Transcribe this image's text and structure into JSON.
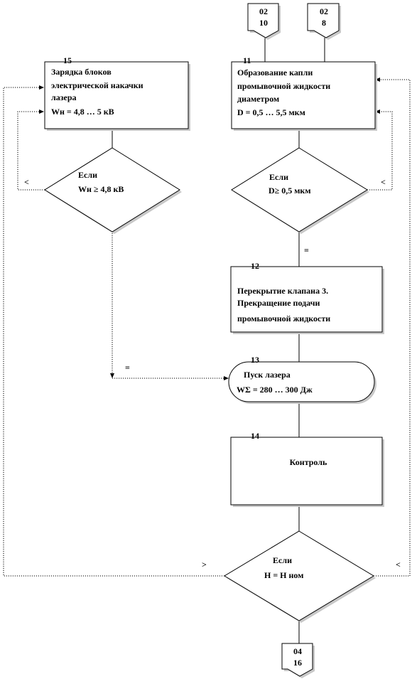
{
  "connectors_in": [
    {
      "num": "02",
      "sub": "10"
    },
    {
      "num": "02",
      "sub": "8"
    }
  ],
  "connector_out": {
    "num": "04",
    "sub": "16"
  },
  "blocks": [
    {
      "id": "15",
      "lines": [
        "Зарядка  блоков",
        "электрической  накачки",
        "лазера",
        "Wн = 4,8 … 5 кВ"
      ]
    },
    {
      "id": "11",
      "lines": [
        "Образование капли",
        "промывочной жидкости",
        "диаметром",
        "D = 0,5 … 5,5 мкм"
      ]
    },
    {
      "id": "12",
      "lines": [
        "Перекрытие клапана 3.",
        "Прекращение  подачи",
        "промывочной жидкости"
      ]
    },
    {
      "id": "13",
      "lines": [
        "Пуск лазера",
        "WΣ = 280 … 300 Дж"
      ]
    },
    {
      "id": "14",
      "lines": [
        "Контроль"
      ]
    }
  ],
  "decisions": [
    {
      "lines": [
        "Если",
        "Wн ≥ 4,8 кВ"
      ]
    },
    {
      "lines": [
        "Если",
        "D≥ 0,5 мкм"
      ]
    },
    {
      "lines": [
        "Если",
        "Н = Н ном"
      ]
    }
  ],
  "branch_labels": {
    "d15_less": "<",
    "d11_less": "<",
    "d11_equal": "=",
    "d15_equal": "=",
    "final_greater": ">",
    "final_less": "<"
  }
}
